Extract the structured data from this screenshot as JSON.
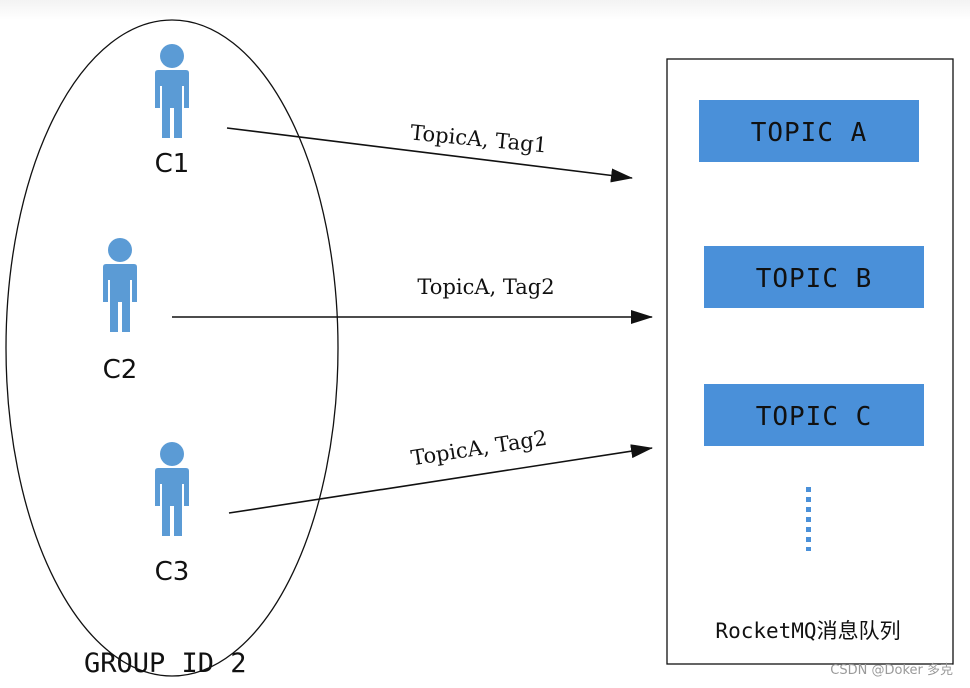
{
  "colors": {
    "topic_fill": "#4a90d9",
    "person_fill": "#5b9bd5",
    "line": "#111111",
    "dots": "#4a90d9"
  },
  "consumers": [
    {
      "label": "C1"
    },
    {
      "label": "C2"
    },
    {
      "label": "C3"
    }
  ],
  "arrows": [
    {
      "label": "TopicA, Tag1"
    },
    {
      "label": "TopicA, Tag2"
    },
    {
      "label": "TopicA, Tag2"
    }
  ],
  "topics": [
    {
      "label": "TOPIC A"
    },
    {
      "label": "TOPIC B"
    },
    {
      "label": "TOPIC C"
    }
  ],
  "group_label": "GROUP ID 2",
  "queue_label": "RocketMQ消息队列",
  "watermark": "CSDN @Doker 多克",
  "icons": {
    "consumer": "person-icon",
    "more": "vertical-dots-icon"
  }
}
